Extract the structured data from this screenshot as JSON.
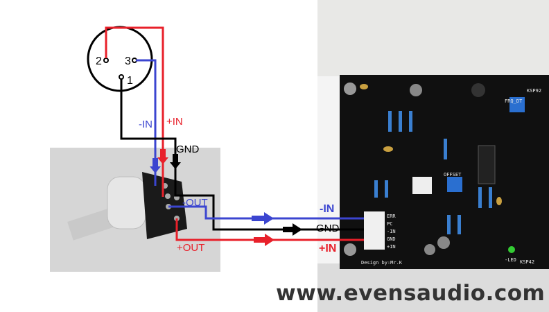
{
  "xlr": {
    "pin2": "2",
    "pin3": "3",
    "pin1": "1"
  },
  "wires": {
    "minus_in": "-IN",
    "plus_in": "+IN",
    "gnd": "GND",
    "minus_out": "-OUT",
    "plus_out": "+OUT",
    "board_minus_in": "-IN",
    "board_gnd": "GND",
    "board_plus_in": "+IN"
  },
  "colors": {
    "positive": "#e8202a",
    "negative": "#3b45d0",
    "ground": "#000000",
    "website": "#333333"
  },
  "pcb": {
    "connector_labels": [
      "ERR",
      "PC",
      "-IN",
      "GND",
      "+IN"
    ],
    "offset": "OFFSET",
    "frq": "FRQ_DT",
    "ksp92": "KSP92",
    "ksp42": "KSP42",
    "led": "-LED",
    "design": "Design by:Mr.K"
  },
  "website": "www.evensaudio.com"
}
